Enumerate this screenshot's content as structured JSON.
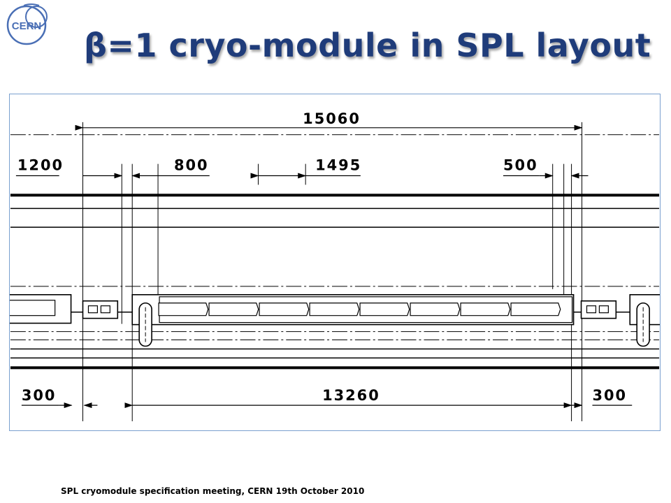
{
  "header": {
    "title": "β=1 cryo-module in SPL layout",
    "logo_text": "CERN"
  },
  "drawing": {
    "dimensions_top": [
      "15060",
      "1200",
      "800",
      "1495",
      "500"
    ],
    "dimensions_bottom": [
      "300",
      "13260",
      "300"
    ],
    "overall_length": "15060",
    "interconnect_length": "1200",
    "quad_gap": "800",
    "cavity_pitch": "1495",
    "end_gap": "500",
    "bottom_left": "300",
    "cryostat_length": "13260",
    "bottom_right": "300"
  },
  "footer": {
    "text": "SPL cryomodule specification meeting, CERN 19th October 2010"
  },
  "colors": {
    "title": "#1f3c7a",
    "frame_border": "#7aa0cf",
    "logo": "#4a6fb5"
  }
}
